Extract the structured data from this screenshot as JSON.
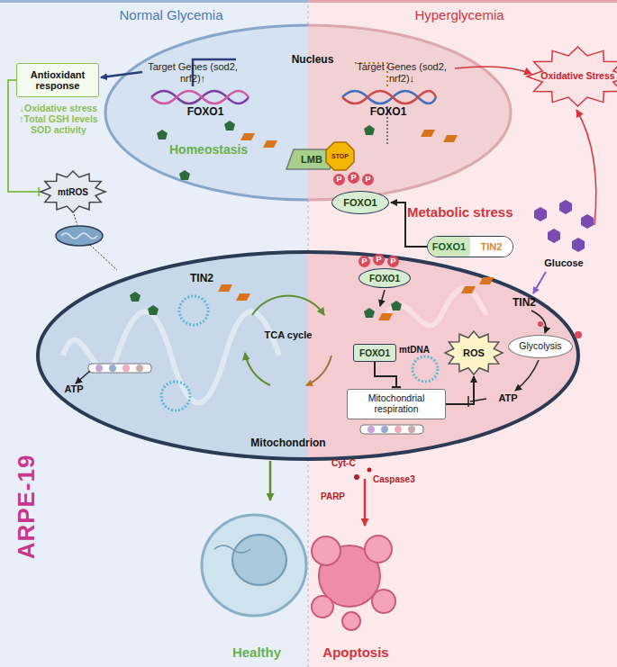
{
  "diagram": {
    "nodes": [
      {
        "text": [
          "Antioxidant response"
        ]
      },
      {
        "text": [
          "mtROS"
        ]
      },
      {
        "text": [
          "Oxidative Stress"
        ]
      },
      {
        "text": [
          "LMB"
        ]
      },
      {
        "text": [
          "STOP"
        ]
      },
      {
        "text": [
          "FOXO1"
        ]
      },
      {
        "text": [
          "FOXO1",
          "TIN2"
        ]
      },
      {
        "text": [
          "FOXO1"
        ]
      },
      {
        "text": [
          "FOXO1"
        ]
      },
      {
        "text": [
          "ROS"
        ]
      },
      {
        "text": [
          "Glycolysis"
        ]
      },
      {
        "text": [
          "Mitochondrial respiration"
        ]
      }
    ],
    "edges": [
      {
        "from": 0,
        "to": 1,
        "arrow": "to"
      },
      {
        "from": 6,
        "to": 5,
        "arrow": "to"
      },
      {
        "from": 8,
        "to": 11,
        "arrow": "to"
      },
      {
        "from": 11,
        "to": 9,
        "arrow": "to"
      }
    ],
    "labels": [
      "Normal Glycemia",
      "Hyperglycemia",
      "Nucleus",
      "Target Genes (sod2, nrf2)↑",
      "FOXO1",
      "↓Oxidative stress ↑Total GSH levels SOD activity",
      "Homeostasis",
      "Target Genes (sod2, nrf2)↓",
      "FOXO1",
      "Metabolic stress",
      "P",
      "P",
      "P",
      "P",
      "P",
      "P",
      "Glucose",
      "TIN2",
      "TIN2",
      "TCA cycle",
      "mtDNA",
      "ATP",
      "ATP",
      "Mitochondrion",
      "Cyt-C",
      "Caspase3",
      "PARP",
      "Healthy",
      "Apoptosis",
      "ARPE-19"
    ]
  }
}
